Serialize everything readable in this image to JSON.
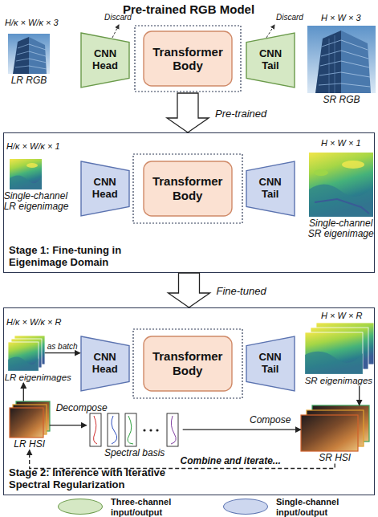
{
  "diagram": {
    "nodes": [
      {
        "text": [
          "LR RGB"
        ]
      },
      {
        "text": [
          "CNN Head"
        ]
      },
      {
        "text": [
          "Transformer Body"
        ]
      },
      {
        "text": [
          "CNN Tail"
        ]
      },
      {
        "text": [
          "SR RGB"
        ]
      },
      {
        "text": [
          "Stage 1: Fine-tuning in Eigenimage Domain"
        ]
      },
      {
        "text": [
          "Single-channel LR eigenimage"
        ],
        "in": 5
      },
      {
        "text": [
          "CNN Head"
        ],
        "in": 5
      },
      {
        "text": [
          "Transformer Body"
        ],
        "in": 5
      },
      {
        "text": [
          "CNN Tail"
        ],
        "in": 5
      },
      {
        "text": [
          "Single-channel SR eigenimage"
        ],
        "in": 5
      },
      {
        "text": [
          "Stage 2: Inference with Iterative Spectral Regularization"
        ]
      },
      {
        "text": [
          "LR eigenimages"
        ],
        "in": 11
      },
      {
        "text": [
          "CNN Head"
        ],
        "in": 11
      },
      {
        "text": [
          "Transformer Body"
        ],
        "in": 11
      },
      {
        "text": [
          "CNN Tail"
        ],
        "in": 11
      },
      {
        "text": [
          "SR eigenimages"
        ],
        "in": 11
      },
      {
        "text": [
          "LR HSI"
        ],
        "in": 11
      },
      {
        "text": [
          "Spectral basis"
        ],
        "in": 11
      },
      {
        "text": [
          "SR HSI"
        ],
        "in": 11
      }
    ],
    "edges": [
      {
        "from": 2,
        "to": 5,
        "label": "Pre-trained",
        "arrow": "to"
      },
      {
        "from": 5,
        "to": 11,
        "label": "Fine-tuned",
        "arrow": "to"
      },
      {
        "from": 12,
        "to": 13,
        "label": "as batch",
        "arrow": "to"
      },
      {
        "from": 17,
        "to": 12,
        "arrow": "to"
      },
      {
        "from": 17,
        "to": 18,
        "label": "Decompose",
        "arrow": "to"
      },
      {
        "from": 18,
        "to": 19,
        "label": "Compose",
        "arrow": "to"
      },
      {
        "from": 16,
        "to": 19,
        "arrow": "to"
      },
      {
        "from": 19,
        "to": 17,
        "label": "Combine and iterate...",
        "arrow": "to"
      }
    ],
    "labels": [
      "Pre-trained RGB Model",
      "H/κ × W/κ × 3",
      "Discard",
      "Discard",
      "H × W × 3",
      "H/κ × W/κ × 1",
      "H × W × 1",
      "H/κ × W/κ × R",
      "H × W × R"
    ],
    "legend": [
      {
        "text": "Three-channel input/output",
        "color": "#d5e8c4"
      },
      {
        "text": "Single-channel input/output",
        "color": "#cdd7ef"
      }
    ]
  }
}
